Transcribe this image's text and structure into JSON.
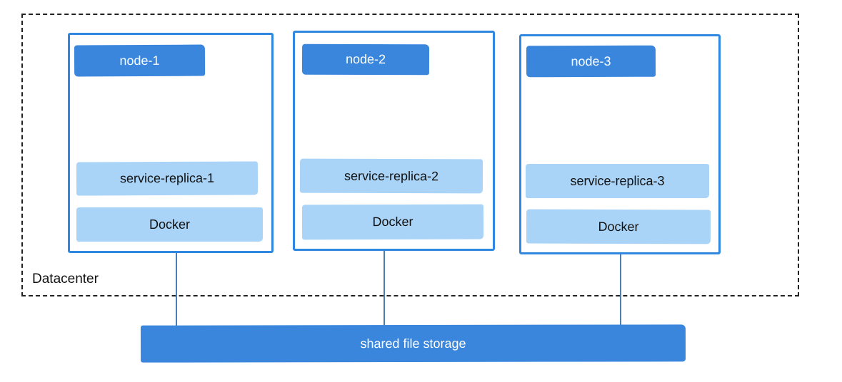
{
  "diagram": {
    "datacenter_label": "Datacenter",
    "nodes": [
      {
        "title": "node-1",
        "service": "service-replica-1",
        "runtime": "Docker"
      },
      {
        "title": "node-2",
        "service": "service-replica-2",
        "runtime": "Docker"
      },
      {
        "title": "node-3",
        "service": "service-replica-3",
        "runtime": "Docker"
      }
    ],
    "storage_label": "shared file storage",
    "colors": {
      "node_border": "#2f87e0",
      "header_fill": "#3b86dd",
      "light_fill": "#a9d4f7",
      "connector": "#4a7eb5",
      "dashed_border": "#222222",
      "header_text": "#ffffff",
      "label_text": "#111111"
    }
  }
}
